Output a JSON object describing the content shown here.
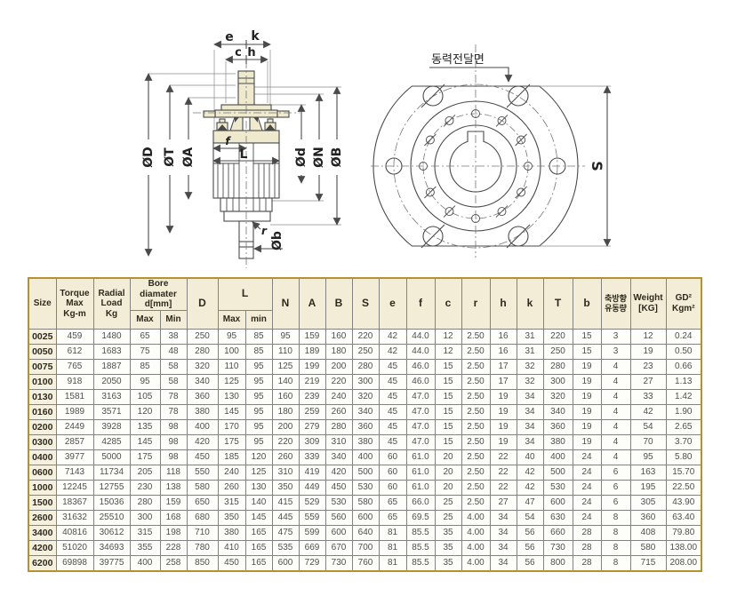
{
  "colors": {
    "table_border_gold": "#b3922f",
    "header_bg": "#f3edd7",
    "size_col_bg": "#f6f1de",
    "part_fill": "#efe9cd",
    "drawing_line": "#555555"
  },
  "drawings": {
    "section_view": {
      "dim_labels": {
        "e": "e",
        "k": "k",
        "c": "c",
        "h": "h",
        "dia_D": "ØD",
        "dia_T": "ØT",
        "dia_A": "ØA",
        "f": "f",
        "L": "L",
        "dia_d": "Ød",
        "dia_N": "ØN",
        "dia_B": "ØB",
        "r": "r",
        "dia_b": "Øb"
      }
    },
    "front_view": {
      "annotation": "동력전달면",
      "s_label": "S"
    }
  },
  "table": {
    "header": {
      "size": "Size",
      "torque": "Torque\nMax\nKg-m",
      "radial": "Radial\nLoad\nKg",
      "bore": "Bore diamater\nd[mm]",
      "bore_max": "Max",
      "bore_min": "Min",
      "d": "D",
      "l": "L",
      "l_max": "Max",
      "l_min": "min",
      "n": "N",
      "a": "A",
      "b": "B",
      "s": "S",
      "e": "e",
      "f": "f",
      "c": "c",
      "r": "r",
      "h": "h",
      "k": "k",
      "t": "T",
      "b_col": "b",
      "axial": "축방향\n유동량",
      "weight": "Weight\n[KG]",
      "gd2": "GD²\nKgm²"
    },
    "rows": [
      [
        "0025",
        "459",
        "1480",
        "65",
        "38",
        "250",
        "95",
        "85",
        "95",
        "159",
        "160",
        "220",
        "42",
        "44.0",
        "12",
        "2.50",
        "16",
        "31",
        "220",
        "15",
        "3",
        "12",
        "0.24"
      ],
      [
        "0050",
        "612",
        "1683",
        "75",
        "48",
        "280",
        "100",
        "85",
        "110",
        "189",
        "180",
        "250",
        "42",
        "44.0",
        "12",
        "2.50",
        "16",
        "31",
        "250",
        "15",
        "3",
        "19",
        "0.50"
      ],
      [
        "0075",
        "765",
        "1887",
        "85",
        "58",
        "320",
        "110",
        "95",
        "125",
        "199",
        "200",
        "280",
        "45",
        "46.0",
        "15",
        "2.50",
        "17",
        "32",
        "280",
        "19",
        "4",
        "23",
        "0.66"
      ],
      [
        "0100",
        "918",
        "2050",
        "95",
        "58",
        "340",
        "125",
        "95",
        "140",
        "219",
        "220",
        "300",
        "45",
        "46.0",
        "15",
        "2.50",
        "17",
        "32",
        "300",
        "19",
        "4",
        "27",
        "1.13"
      ],
      [
        "0130",
        "1581",
        "3163",
        "105",
        "78",
        "360",
        "130",
        "95",
        "160",
        "239",
        "240",
        "320",
        "45",
        "47.0",
        "15",
        "2.50",
        "19",
        "34",
        "320",
        "19",
        "4",
        "33",
        "1.42"
      ],
      [
        "0160",
        "1989",
        "3571",
        "120",
        "78",
        "380",
        "145",
        "95",
        "180",
        "259",
        "260",
        "340",
        "45",
        "47.0",
        "15",
        "2.50",
        "19",
        "34",
        "340",
        "19",
        "4",
        "42",
        "1.90"
      ],
      [
        "0200",
        "2449",
        "3928",
        "135",
        "98",
        "400",
        "170",
        "95",
        "200",
        "279",
        "280",
        "360",
        "45",
        "47.0",
        "15",
        "2.50",
        "19",
        "34",
        "360",
        "19",
        "4",
        "54",
        "2.65"
      ],
      [
        "0300",
        "2857",
        "4285",
        "145",
        "98",
        "420",
        "175",
        "95",
        "220",
        "309",
        "310",
        "380",
        "45",
        "47.0",
        "15",
        "2.50",
        "19",
        "34",
        "380",
        "19",
        "4",
        "70",
        "3.70"
      ],
      [
        "0400",
        "3977",
        "5000",
        "175",
        "98",
        "450",
        "185",
        "120",
        "260",
        "339",
        "340",
        "400",
        "60",
        "61.0",
        "20",
        "2.50",
        "22",
        "40",
        "400",
        "24",
        "4",
        "95",
        "5.80"
      ],
      [
        "0600",
        "7143",
        "11734",
        "205",
        "118",
        "550",
        "240",
        "125",
        "310",
        "419",
        "420",
        "500",
        "60",
        "61.0",
        "20",
        "2.50",
        "22",
        "42",
        "500",
        "24",
        "6",
        "163",
        "15.70"
      ],
      [
        "1000",
        "12245",
        "12755",
        "230",
        "138",
        "580",
        "260",
        "130",
        "350",
        "449",
        "450",
        "530",
        "60",
        "61.0",
        "20",
        "2.50",
        "22",
        "42",
        "530",
        "24",
        "6",
        "195",
        "22.50"
      ],
      [
        "1500",
        "18367",
        "15036",
        "280",
        "159",
        "650",
        "315",
        "140",
        "415",
        "529",
        "530",
        "580",
        "65",
        "66.0",
        "25",
        "2.50",
        "27",
        "47",
        "600",
        "24",
        "6",
        "305",
        "43.90"
      ],
      [
        "2600",
        "31632",
        "25510",
        "300",
        "168",
        "680",
        "350",
        "145",
        "445",
        "559",
        "560",
        "600",
        "65",
        "69.5",
        "25",
        "4.00",
        "34",
        "54",
        "630",
        "24",
        "8",
        "360",
        "63.40"
      ],
      [
        "3400",
        "40816",
        "30612",
        "315",
        "198",
        "710",
        "380",
        "165",
        "475",
        "599",
        "600",
        "640",
        "81",
        "85.5",
        "35",
        "4.00",
        "34",
        "56",
        "660",
        "28",
        "8",
        "408",
        "79.80"
      ],
      [
        "4200",
        "51020",
        "34693",
        "355",
        "228",
        "780",
        "410",
        "165",
        "535",
        "669",
        "670",
        "700",
        "81",
        "85.5",
        "35",
        "4.00",
        "34",
        "56",
        "730",
        "28",
        "8",
        "580",
        "138.00"
      ],
      [
        "6200",
        "69898",
        "39775",
        "400",
        "258",
        "850",
        "450",
        "165",
        "600",
        "729",
        "730",
        "760",
        "81",
        "85.5",
        "35",
        "4.00",
        "34",
        "56",
        "800",
        "28",
        "8",
        "715",
        "208.00"
      ]
    ]
  }
}
